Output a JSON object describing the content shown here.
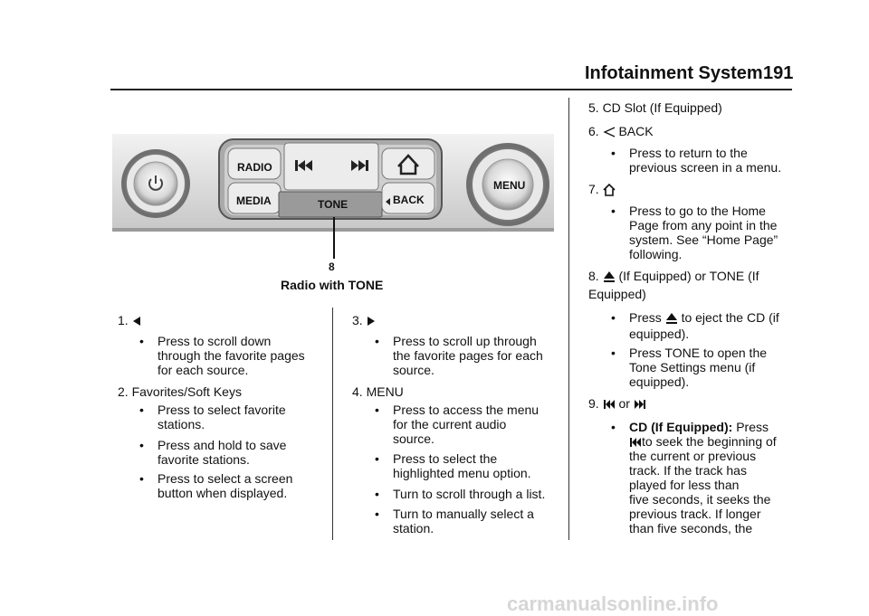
{
  "header": {
    "title": "Infotainment System",
    "page": "191"
  },
  "figure": {
    "buttons": {
      "radio": "RADIO",
      "media": "MEDIA",
      "tone": "TONE",
      "back": "BACK",
      "menu": "MENU"
    },
    "callout": "8",
    "caption": "Radio with TONE"
  },
  "col1": {
    "i1_num": "1.",
    "i1_b1": [
      "Press to scroll down",
      "through the favorite pages",
      "for each source."
    ],
    "i2_label": "2. Favorites/Soft Keys",
    "i2_b1": [
      "Press to select favorite",
      "stations."
    ],
    "i2_b2": [
      "Press and hold to save",
      "favorite stations."
    ],
    "i2_b3": [
      "Press to select a screen",
      "button when displayed."
    ]
  },
  "col2": {
    "i3_num": "3.",
    "i3_b1": [
      "Press to scroll up through",
      "the favorite pages for each",
      "source."
    ],
    "i4_label": "4. MENU",
    "i4_b1": [
      "Press to access the menu",
      "for the current audio",
      "source."
    ],
    "i4_b2": [
      "Press to select the",
      "highlighted menu option."
    ],
    "i4_b3": "Turn to scroll through a list.",
    "i4_b4": [
      "Turn to manually select a",
      "station."
    ]
  },
  "col3": {
    "i5_label": "5. CD Slot (If Equipped)",
    "i6_num": "6.",
    "i6_label": "BACK",
    "i6_b1": [
      "Press to return to the",
      "previous screen in a menu."
    ],
    "i7_num": "7.",
    "i7_b1": [
      "Press to go to the Home",
      "Page from any point in the",
      "system. See “Home Page”",
      "following."
    ],
    "i8_num": "8.",
    "i8_label1": "(If Equipped) or TONE (If",
    "i8_label2": "Equipped)",
    "i8_b1_pre": "Press",
    "i8_b1_post": "to eject the CD (if",
    "i8_b1_l2": "equipped).",
    "i8_b2": [
      "Press TONE to open the",
      "Tone Settings menu (if",
      "equipped)."
    ],
    "i9_num": "9.",
    "i9_or": "or",
    "i9_b1_bold": "CD (If Equipped):",
    "i9_b1_rest": "Press",
    "i9_b1_l2": "to seek the beginning of",
    "i9_b1_lines": [
      "the current or previous",
      "track. If the track has",
      "played for less than",
      "five seconds, it seeks the",
      "previous track. If longer",
      "than five seconds, the"
    ]
  },
  "watermark": "carmanualsonline.info",
  "colors": {
    "text": "#111111",
    "panel": "#d9d9d9",
    "tone_button": "#9a9a9a",
    "watermark": "#d6d6d6"
  }
}
